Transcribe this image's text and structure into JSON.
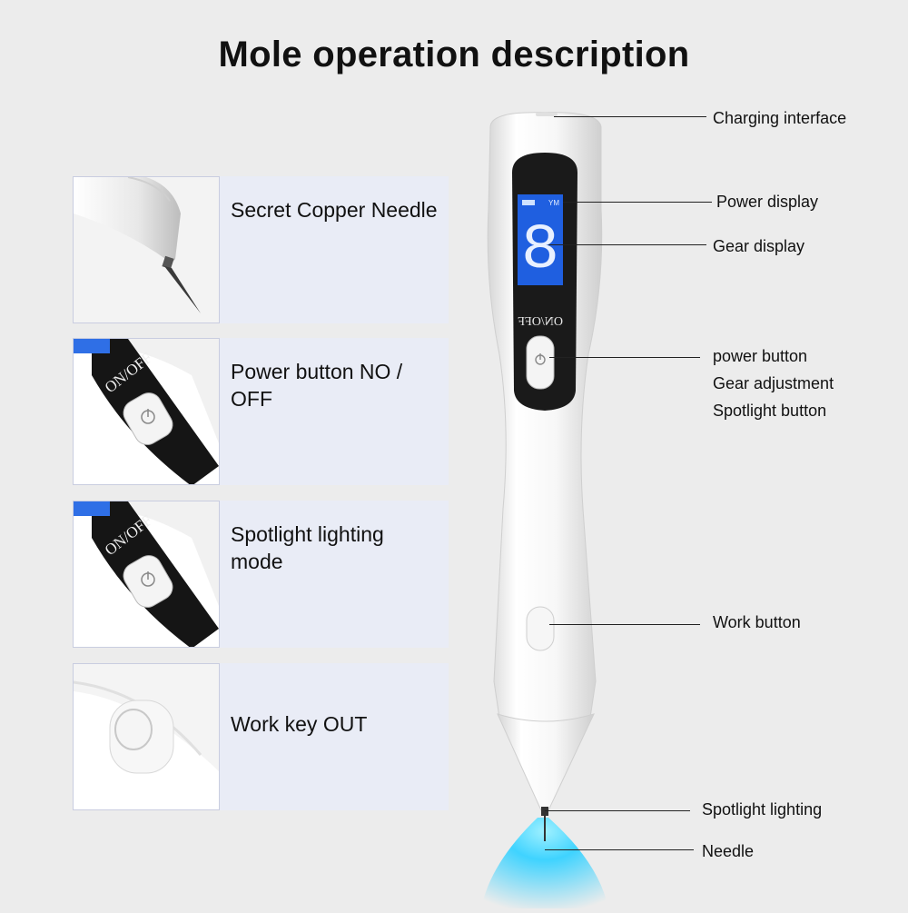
{
  "title": "Mole operation description",
  "features": [
    {
      "text": "Secret Copper Needle",
      "icon": "needle-tip-icon"
    },
    {
      "text": "Power button NO / OFF",
      "icon": "power-button-icon"
    },
    {
      "text": "Spotlight lighting mode",
      "icon": "power-button-icon"
    },
    {
      "text": "Work key OUT",
      "icon": "work-button-icon"
    }
  ],
  "device": {
    "button_label": "ON/OFF",
    "battery_label": "YM",
    "gear_value": "8"
  },
  "callouts": {
    "charging": "Charging interface",
    "power_display": "Power display",
    "gear_display": "Gear display",
    "power_button": "power button",
    "gear_adjustment": "Gear adjustment",
    "spotlight_button": "Spotlight button",
    "work_button": "Work button",
    "spotlight_lighting": "Spotlight lighting",
    "needle": "Needle"
  },
  "colors": {
    "background": "#ececec",
    "card": "#e9ecf6",
    "screen": "#1a1a1a",
    "lcd": "#1f5fe0",
    "spotlight": "#3fd3ff"
  }
}
